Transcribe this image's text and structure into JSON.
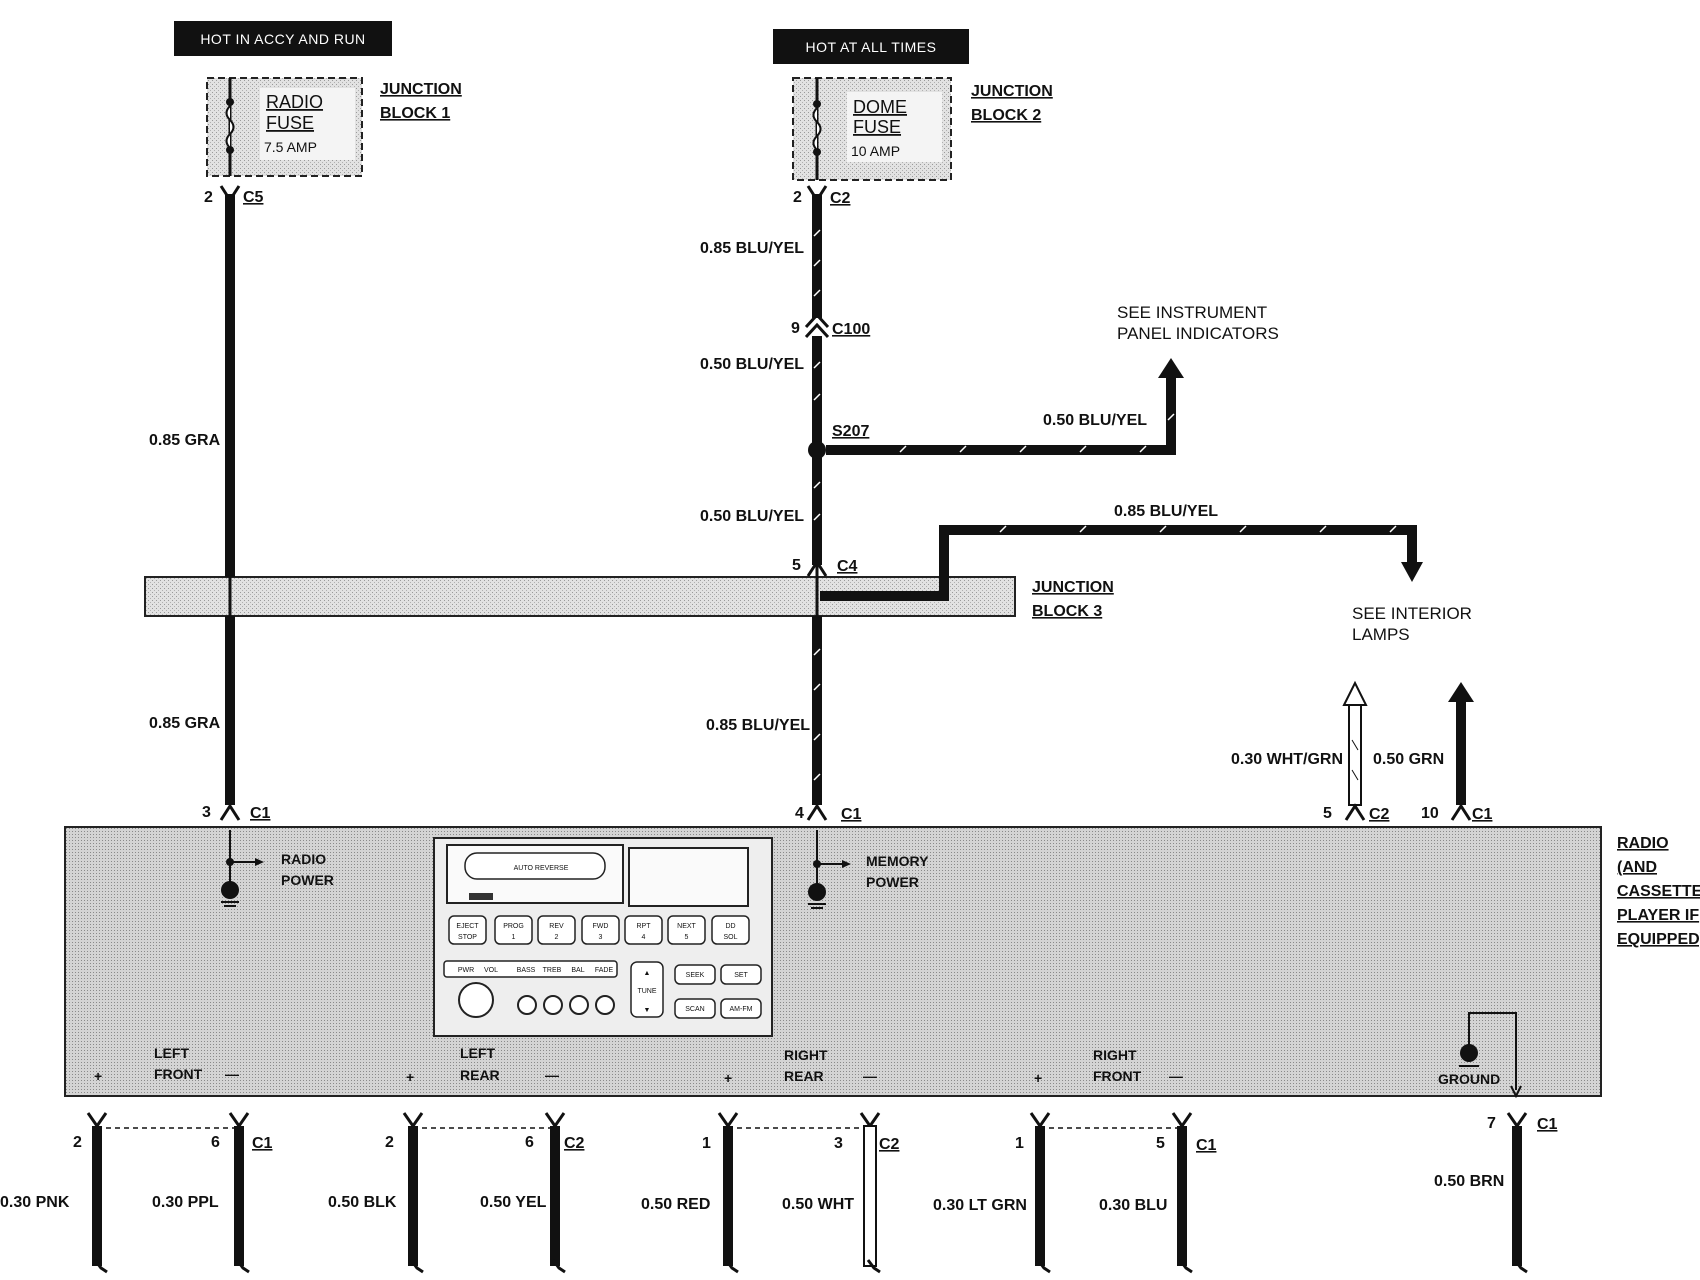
{
  "header": {
    "hot_accy_run": "HOT IN ACCY AND RUN",
    "hot_all_times": "HOT AT ALL TIMES"
  },
  "fuses": {
    "radio": {
      "line1": "RADIO",
      "line2": "FUSE",
      "rating": "7.5 AMP"
    },
    "dome": {
      "line1": "DOME",
      "line2": "FUSE",
      "rating": "10 AMP"
    }
  },
  "junctions": {
    "jb1": {
      "line1": "JUNCTION",
      "line2": "BLOCK 1"
    },
    "jb2": {
      "line1": "JUNCTION",
      "line2": "BLOCK 2"
    },
    "jb3": {
      "line1": "JUNCTION",
      "line2": "BLOCK 3"
    }
  },
  "connectors": {
    "c5": {
      "pin": "2",
      "name": "C5"
    },
    "c2_dome": {
      "pin": "2",
      "name": "C2"
    },
    "c100": {
      "pin": "9",
      "name": "C100"
    },
    "s207": {
      "name": "S207"
    },
    "c4": {
      "pin": "5",
      "name": "C4"
    },
    "radio_c1_power": {
      "pin": "3",
      "name": "C1"
    },
    "radio_c1_memory": {
      "pin": "4",
      "name": "C1"
    },
    "radio_c2_whtgrn": {
      "pin": "5",
      "name": "C2"
    },
    "radio_c1_grn": {
      "pin": "10",
      "name": "C1"
    }
  },
  "wires": {
    "gra_upper": "0.85 GRA",
    "gra_lower": "0.85 GRA",
    "bluyel_1": "0.85 BLU/YEL",
    "bluyel_2": "0.50 BLU/YEL",
    "bluyel_s207": "0.50 BLU/YEL",
    "bluyel_3": "0.50 BLU/YEL",
    "bluyel_interior": "0.85 BLU/YEL",
    "bluyel_4": "0.85 BLU/YEL",
    "wht_grn": "0.30 WHT/GRN",
    "grn": "0.50 GRN"
  },
  "references": {
    "instrument": {
      "line1": "SEE INSTRUMENT",
      "line2": "PANEL INDICATORS"
    },
    "interior": {
      "line1": "SEE INTERIOR",
      "line2": "LAMPS"
    }
  },
  "radio": {
    "label": [
      "RADIO",
      "(AND",
      "CASSETTE",
      "PLAYER IF",
      "EQUIPPED)"
    ],
    "radio_power": {
      "line1": "RADIO",
      "line2": "POWER"
    },
    "memory_power": {
      "line1": "MEMORY",
      "line2": "POWER"
    },
    "ground": "GROUND",
    "speakers": [
      {
        "line1": "LEFT",
        "line2": "FRONT"
      },
      {
        "line1": "LEFT",
        "line2": "REAR"
      },
      {
        "line1": "RIGHT",
        "line2": "REAR"
      },
      {
        "line1": "RIGHT",
        "line2": "FRONT"
      }
    ],
    "plus": "+",
    "minus": "—",
    "faceplate": {
      "auto_reverse": "AUTO REVERSE",
      "buttons_top": [
        {
          "a": "EJECT",
          "b": "STOP"
        },
        {
          "a": "PROG",
          "b": "1"
        },
        {
          "a": "REV",
          "b": "2"
        },
        {
          "a": "FWD",
          "b": "3"
        },
        {
          "a": "RPT",
          "b": "4"
        },
        {
          "a": "NEXT",
          "b": "5"
        },
        {
          "a": "DD",
          "b": "SOL"
        }
      ],
      "knob_labels": [
        "PWR",
        "VOL",
        "BASS",
        "TREB",
        "BAL",
        "FADE"
      ],
      "tune": "TUNE",
      "seek": "SEEK",
      "set": "SET",
      "scan": "SCAN",
      "amfm": "AM-FM"
    }
  },
  "outputs": {
    "lf": {
      "pin_pos": "2",
      "pin_neg": "6",
      "conn": "C1",
      "wire_pos": "0.30 PNK",
      "wire_neg": "0.30 PPL"
    },
    "lr": {
      "pin_pos": "2",
      "pin_neg": "6",
      "conn": "C2",
      "wire_pos": "0.50 BLK",
      "wire_neg": "0.50 YEL"
    },
    "rr": {
      "pin_pos": "1",
      "pin_neg": "3",
      "conn": "C2",
      "wire_pos": "0.50 RED",
      "wire_neg": "0.50 WHT"
    },
    "rf": {
      "pin_pos": "1",
      "pin_neg": "5",
      "conn": "C1",
      "wire_pos": "0.30 LT GRN",
      "wire_neg": "0.30 BLU"
    },
    "gnd": {
      "pin": "7",
      "conn": "C1",
      "wire": "0.50 BRN"
    }
  }
}
